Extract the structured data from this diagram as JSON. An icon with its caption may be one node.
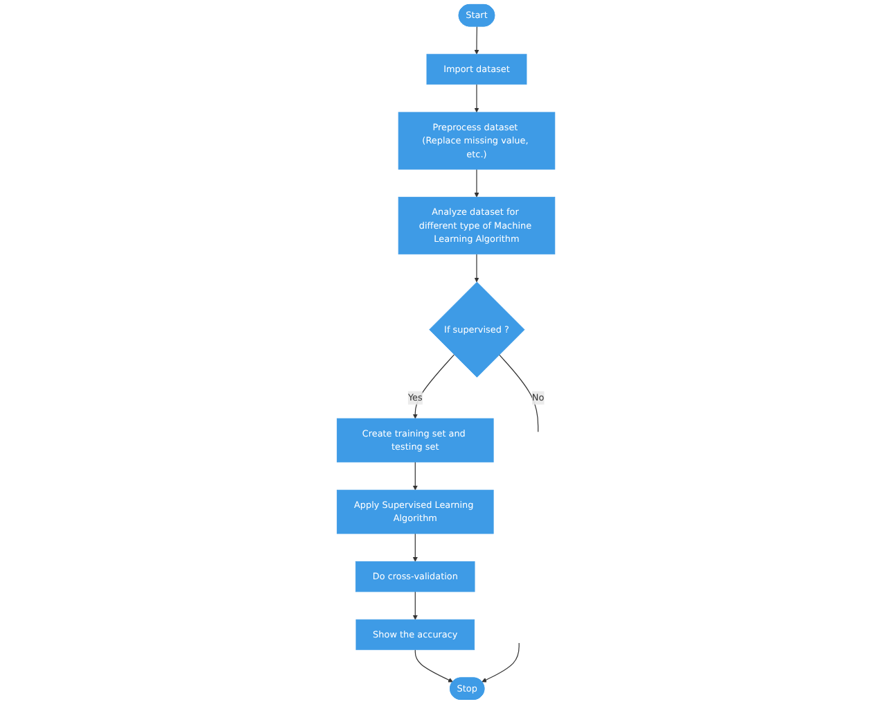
{
  "diagram": {
    "nodes": [
      {
        "text": [
          "Start"
        ]
      },
      {
        "text": [
          "Import dataset"
        ]
      },
      {
        "text": [
          "Preprocess dataset (Replace missing value, etc.)"
        ]
      },
      {
        "text": [
          "Analyze dataset for different type of Machine Learning Algorithm"
        ]
      },
      {
        "text": [
          "If supervised ?"
        ]
      },
      {
        "text": [
          "Create training set and testing set"
        ]
      },
      {
        "text": [
          "Apply Supervised Learning Algorithm"
        ]
      },
      {
        "text": [
          "Do cross-validation"
        ]
      },
      {
        "text": [
          "Show the accuracy"
        ]
      },
      {
        "text": [
          "Stop"
        ]
      }
    ],
    "edges": [
      {
        "from": 0,
        "to": 1,
        "arrow": "to"
      },
      {
        "from": 1,
        "to": 2,
        "arrow": "to"
      },
      {
        "from": 2,
        "to": 3,
        "arrow": "to"
      },
      {
        "from": 3,
        "to": 4,
        "arrow": "to"
      },
      {
        "from": 4,
        "to": 5,
        "arrow": "to",
        "label": "Yes"
      },
      {
        "from": 4,
        "to": null,
        "arrow": "none",
        "label": "No"
      },
      {
        "from": 5,
        "to": 6,
        "arrow": "to"
      },
      {
        "from": 6,
        "to": 7,
        "arrow": "to"
      },
      {
        "from": 7,
        "to": 8,
        "arrow": "to"
      },
      {
        "from": 8,
        "to": 9,
        "arrow": "to"
      },
      {
        "from": null,
        "to": 9,
        "arrow": "to"
      }
    ]
  }
}
